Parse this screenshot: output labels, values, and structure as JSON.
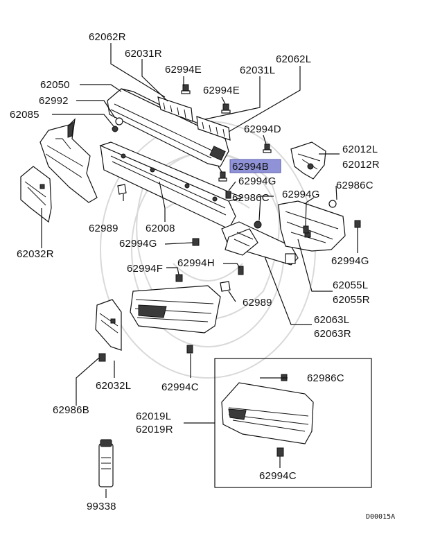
{
  "diagram": {
    "drawing_code": "D00015A",
    "highlighted_part": "62994B",
    "labels": [
      {
        "id": "l1",
        "text": "62062R"
      },
      {
        "id": "l2",
        "text": "62031R"
      },
      {
        "id": "l3",
        "text": "62994E"
      },
      {
        "id": "l4",
        "text": "62031L"
      },
      {
        "id": "l5",
        "text": "62062L"
      },
      {
        "id": "l6",
        "text": "62050"
      },
      {
        "id": "l7",
        "text": "62994E"
      },
      {
        "id": "l8",
        "text": "62992"
      },
      {
        "id": "l9",
        "text": "62085"
      },
      {
        "id": "l10",
        "text": "62994D"
      },
      {
        "id": "l11",
        "text": "62012L"
      },
      {
        "id": "l12",
        "text": "62012R"
      },
      {
        "id": "l13",
        "text": "62994B"
      },
      {
        "id": "l14",
        "text": "62994G"
      },
      {
        "id": "l15",
        "text": "62986C"
      },
      {
        "id": "l16",
        "text": "62994G"
      },
      {
        "id": "l17",
        "text": "62986C"
      },
      {
        "id": "l18",
        "text": "62989"
      },
      {
        "id": "l19",
        "text": "62008"
      },
      {
        "id": "l20",
        "text": "62032R"
      },
      {
        "id": "l21",
        "text": "62994G"
      },
      {
        "id": "l22",
        "text": "62994G"
      },
      {
        "id": "l23",
        "text": "62994F"
      },
      {
        "id": "l24",
        "text": "62994H"
      },
      {
        "id": "l25",
        "text": "62055L"
      },
      {
        "id": "l26",
        "text": "62055R"
      },
      {
        "id": "l27",
        "text": "62989"
      },
      {
        "id": "l28",
        "text": "62063L"
      },
      {
        "id": "l29",
        "text": "62063R"
      },
      {
        "id": "l30",
        "text": "62986C"
      },
      {
        "id": "l31",
        "text": "62032L"
      },
      {
        "id": "l32",
        "text": "62994C"
      },
      {
        "id": "l33",
        "text": "62986B"
      },
      {
        "id": "l34",
        "text": "62019L"
      },
      {
        "id": "l35",
        "text": "62019R"
      },
      {
        "id": "l36",
        "text": "62994C"
      },
      {
        "id": "l37",
        "text": "99338"
      }
    ]
  }
}
